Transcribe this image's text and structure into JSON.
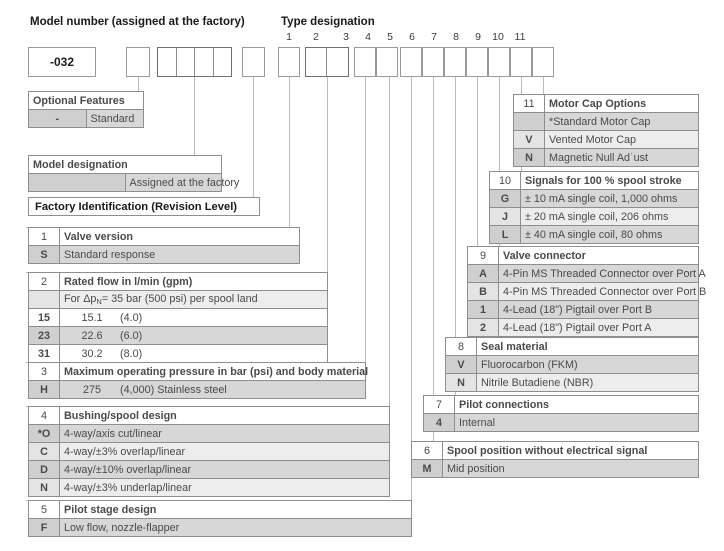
{
  "headings": {
    "model_number": "Model number (assigned at the factory)",
    "type_designation": "Type designation"
  },
  "model_code": {
    "value": "-032"
  },
  "position_numbers": [
    "1",
    "2",
    "3",
    "4",
    "5",
    "6",
    "7",
    "8",
    "9",
    "10",
    "11"
  ],
  "left_tables": {
    "optional_features": {
      "title": "Optional Features",
      "rows": [
        {
          "key": "-",
          "desc": "Standard"
        }
      ]
    },
    "model_designation": {
      "title": "Model designation",
      "rows": [
        {
          "key": "",
          "desc": "Assigned at the factory"
        }
      ]
    },
    "factory_identification": {
      "title": "Factory Identification (Revision Level)"
    },
    "valve_version": {
      "num": "1",
      "title": "Valve version",
      "rows": [
        {
          "key": "S",
          "desc": "Standard response"
        }
      ]
    },
    "rated_flow": {
      "num": "2",
      "title": "Rated flow in l/min (gpm)",
      "subhead": "For Δpₙ= 35 bar (500 psi) per spool land",
      "subhead_pre": "For Δp",
      "subhead_sub": "N",
      "subhead_post": "= 35 bar (500 psi) per spool land",
      "rows": [
        {
          "key": "15",
          "lpm": "15.1",
          "gpm": "(4.0)"
        },
        {
          "key": "23",
          "lpm": "22.6",
          "gpm": "(6.0)"
        },
        {
          "key": "31",
          "lpm": "30.2",
          "gpm": "(8.0)"
        }
      ]
    },
    "max_pressure": {
      "num": "3",
      "title": "Maximum operating pressure in bar (psi) and body material",
      "rows": [
        {
          "key": "H",
          "bar": "275",
          "psi": "(4,000)",
          "material": "Stainless steel"
        }
      ]
    },
    "bushing_spool": {
      "num": "4",
      "title": "Bushing/spool design",
      "rows": [
        {
          "key": "*O",
          "desc": "4-way/axis cut/linear"
        },
        {
          "key": "C",
          "desc": "4-way/±3% overlap/linear"
        },
        {
          "key": "D",
          "desc": "4-way/±10% overlap/linear"
        },
        {
          "key": "N",
          "desc": "4-way/±3% underlap/linear"
        }
      ]
    },
    "pilot_stage": {
      "num": "5",
      "title": "Pilot stage design",
      "rows": [
        {
          "key": "F",
          "desc": "Low flow, nozzle-flapper"
        }
      ]
    }
  },
  "right_tables": {
    "motor_cap": {
      "num": "11",
      "title": "Motor Cap Options",
      "rows": [
        {
          "key": "",
          "desc": "*Standard Motor Cap"
        },
        {
          "key": "V",
          "desc": "Vented Motor Cap"
        },
        {
          "key": "N",
          "desc": "Magnetic Null Adˈust"
        }
      ]
    },
    "signals": {
      "num": "10",
      "title": "Signals for 100 % spool stroke",
      "rows": [
        {
          "key": "G",
          "desc": "± 10 mA single coil, 1,000 ohms"
        },
        {
          "key": "J",
          "desc": "± 20 mA single coil, 206 ohms"
        },
        {
          "key": "L",
          "desc": "± 40 mA single coil, 80 ohms"
        }
      ]
    },
    "valve_connector": {
      "num": "9",
      "title": "Valve connector",
      "rows": [
        {
          "key": "A",
          "desc": "4-Pin MS Threaded Connector over Port A"
        },
        {
          "key": "B",
          "desc": "4-Pin MS Threaded Connector over Port B"
        },
        {
          "key": "1",
          "desc": "4-Lead (18\") Pigtail over Port B"
        },
        {
          "key": "2",
          "desc": "4-Lead (18\") Pigtail over Port A"
        }
      ]
    },
    "seal_material": {
      "num": "8",
      "title": "Seal material",
      "rows": [
        {
          "key": "V",
          "desc": "Fluorocarbon (FKM)"
        },
        {
          "key": "N",
          "desc": "Nitrile Butadiene (NBR)"
        }
      ]
    },
    "pilot_connections": {
      "num": "7",
      "title": "Pilot connections",
      "rows": [
        {
          "key": "4",
          "desc": "Internal"
        }
      ]
    },
    "spool_position": {
      "num": "6",
      "title": "Spool position without electrical signal",
      "rows": [
        {
          "key": "M",
          "desc": "Mid position"
        }
      ]
    }
  },
  "colors": {
    "shade_dark": "#d7d7d7",
    "shade_light": "#ededed",
    "key_bg": "#e2e2e2",
    "border": "#8e8e8e",
    "leader": "#b9b9b9",
    "text": "#4a4a4a",
    "heading": "#1a1a1a"
  }
}
